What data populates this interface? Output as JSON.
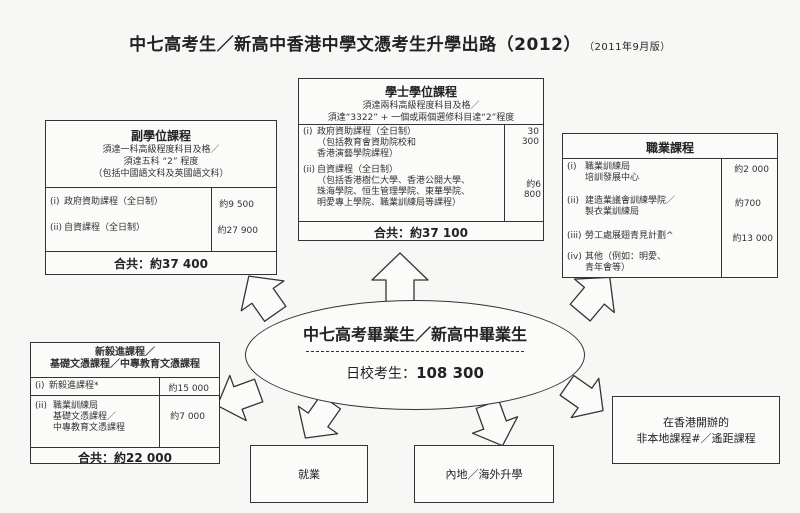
{
  "title": "中七高考生／新高中香港中學文憑考生升學出路（2012）",
  "edition": "（2011年9月版）",
  "degree": {
    "title": "學士學位課程",
    "req1": "須達兩科高級程度科目及格／",
    "req2": "須達“3322” + 一個或兩個選修科目達“2”程度",
    "items": [
      {
        "num": "(i)",
        "lines": [
          "政府資助課程（全日制）",
          "（包括教育會資助院校和",
          "香港演藝學院課程）"
        ],
        "value": "30 300"
      },
      {
        "num": "(ii)",
        "lines": [
          "自資課程（全日制）",
          "（包括香港樹仁大學、香港公開大學、",
          "珠海學院、恒生管理學院、東華學院、",
          "明愛專上學院、職業訓練局等課程）"
        ],
        "value": "約6 800"
      }
    ],
    "total": "合共：約37 100"
  },
  "subdegree": {
    "title": "副學位課程",
    "req1": "須達一科高級程度科目及格／",
    "req2": "須達五科 “2” 程度",
    "req3": "（包括中國語文科及英國語文科）",
    "items": [
      {
        "num": "(i)",
        "text": "政府資助課程（全日制）",
        "value": "約9 500"
      },
      {
        "num": "(ii)",
        "text": "自資課程（全日制）",
        "value": "約27 900"
      }
    ],
    "total": "合共：約37 400"
  },
  "vocational": {
    "title": "職業課程",
    "items": [
      {
        "num": "(i)",
        "lines": [
          "職業訓練局",
          "培訓發展中心"
        ],
        "value": "約2 000"
      },
      {
        "num": "(ii)",
        "lines": [
          "建造業議會訓練學院／",
          "製衣業訓練局"
        ],
        "value": "約700"
      },
      {
        "num": "(iii)",
        "lines": [
          "勞工處展翅青見計劃^"
        ],
        "value": "約13 000"
      },
      {
        "num": "(iv)",
        "lines": [
          "其他（例如：明愛、",
          "青年會等）"
        ],
        "value": ""
      }
    ]
  },
  "center": {
    "title": "中七高考畢業生／新高中畢業生",
    "sub_label": "日校考生：",
    "sub_value": "108 300"
  },
  "project": {
    "title1": "新毅進課程／",
    "title2": "基礎文憑課程／中專教育文憑課程",
    "items": [
      {
        "num": "(i)",
        "lines": [
          "新毅進課程*"
        ],
        "value": "約15 000"
      },
      {
        "num": "(ii)",
        "lines": [
          "職業訓練局",
          "基礎文憑課程／",
          "中專教育文憑課程"
        ],
        "value": "約7 000"
      }
    ],
    "total": "合共：約22 000"
  },
  "employment": "就業",
  "mainland": "內地／海外升學",
  "nonlocal": {
    "line1": "在香港開辦的",
    "line2": "非本地課程#／遙距課程"
  }
}
